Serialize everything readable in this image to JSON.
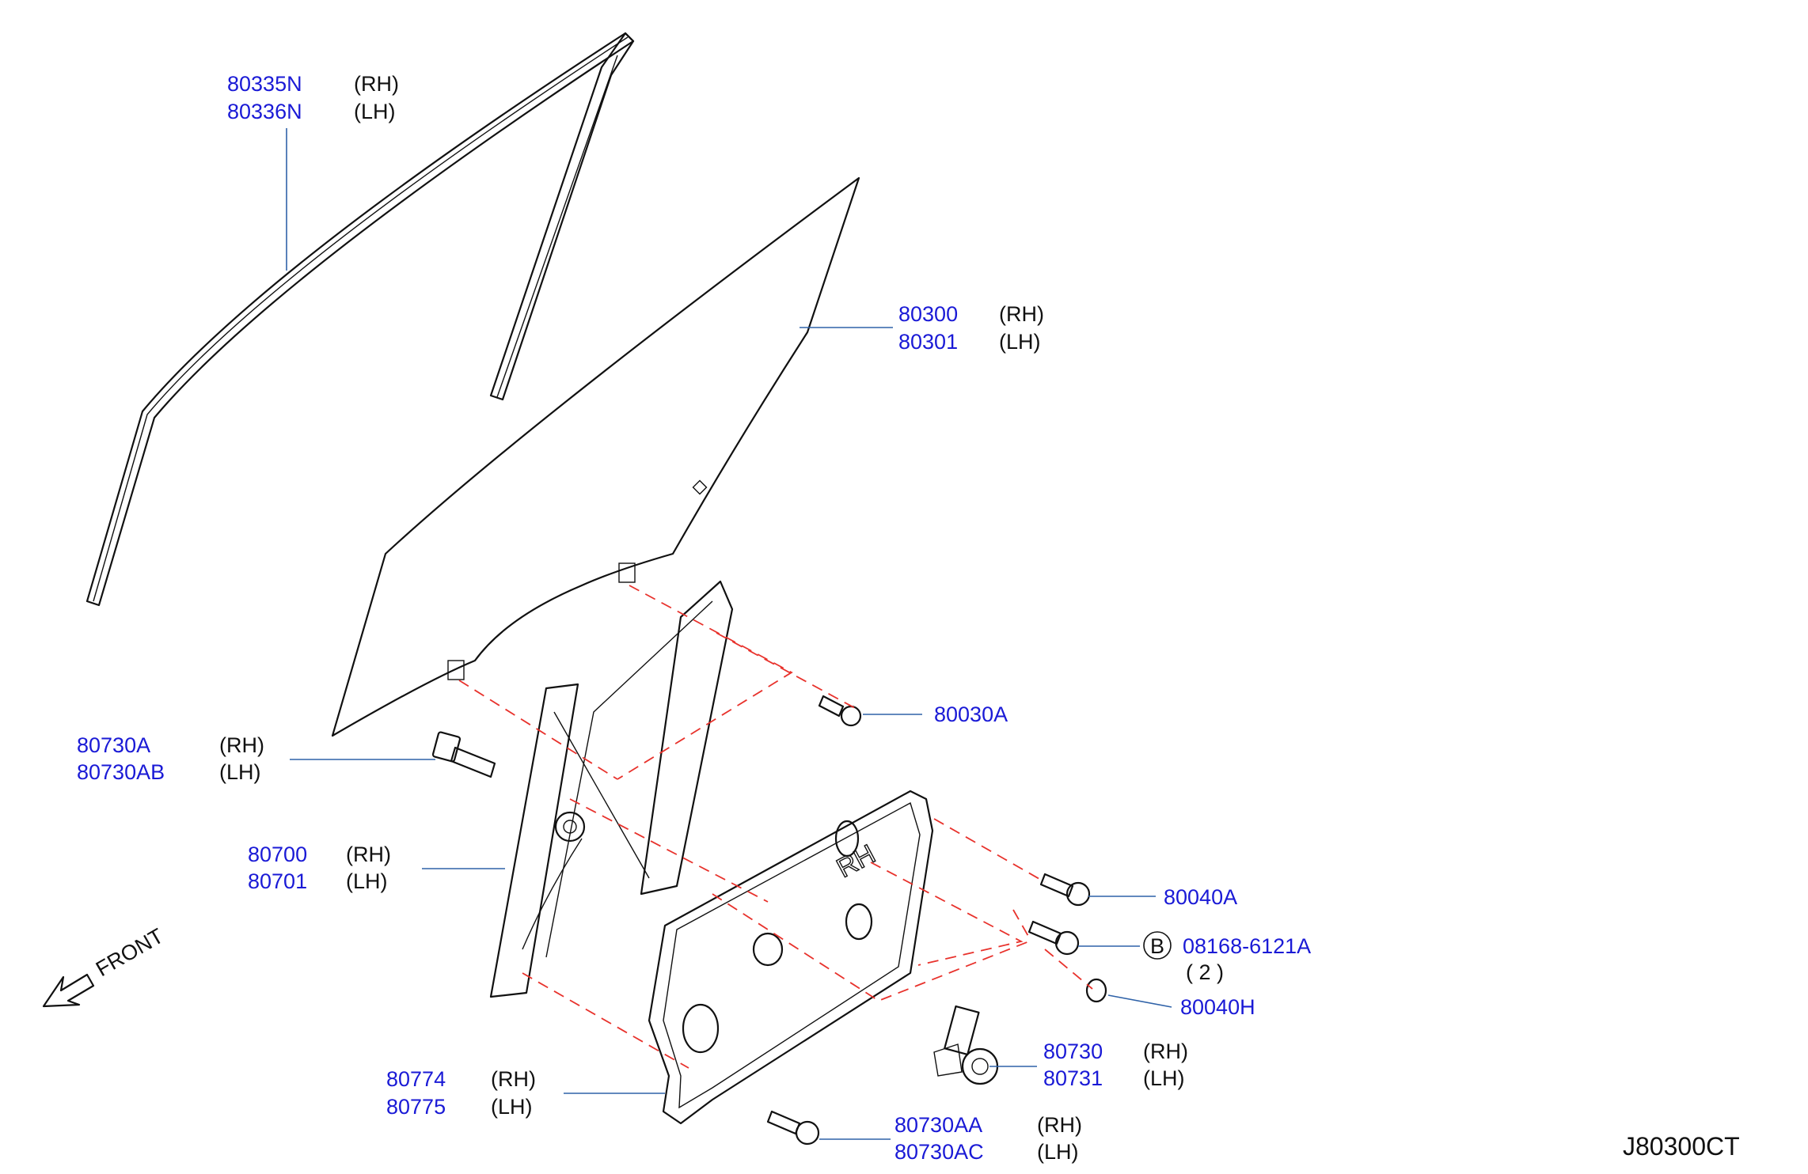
{
  "diagram_code": "J80300CT",
  "front_label": "FRONT",
  "callouts": {
    "sash_weatherstrip": {
      "rh": "80335N",
      "lh": "80336N",
      "rh_side": "(RH)",
      "lh_side": "(LH)"
    },
    "door_glass": {
      "rh": "80300",
      "lh": "80301",
      "rh_side": "(RH)",
      "lh_side": "(LH)"
    },
    "glass_bolt": {
      "single": "80030A"
    },
    "regulator_bolt": {
      "rh": "80730A",
      "lh": "80730AB",
      "rh_side": "(RH)",
      "lh_side": "(LH)"
    },
    "regulator": {
      "rh": "80700",
      "lh": "80701",
      "rh_side": "(RH)",
      "lh_side": "(LH)"
    },
    "module_bolt": {
      "single": "80040A"
    },
    "bolt_b": {
      "marker": "B",
      "part": "08168-6121A",
      "qty": "( 2 )"
    },
    "plug": {
      "single": "80040H"
    },
    "motor": {
      "rh": "80730",
      "lh": "80731",
      "rh_side": "(RH)",
      "lh_side": "(LH)"
    },
    "carrier_plate": {
      "rh": "80774",
      "lh": "80775",
      "rh_side": "(RH)",
      "lh_side": "(LH)"
    },
    "motor_bolt": {
      "rh": "80730AA",
      "lh": "80730AC",
      "rh_side": "(RH)",
      "lh_side": "(LH)"
    }
  },
  "plate_stamp": "RH",
  "colors": {
    "part_number": "#1a1ad6",
    "leader": "#2f62a8",
    "dashed_guide": "#e8322c",
    "linework": "#111111"
  }
}
